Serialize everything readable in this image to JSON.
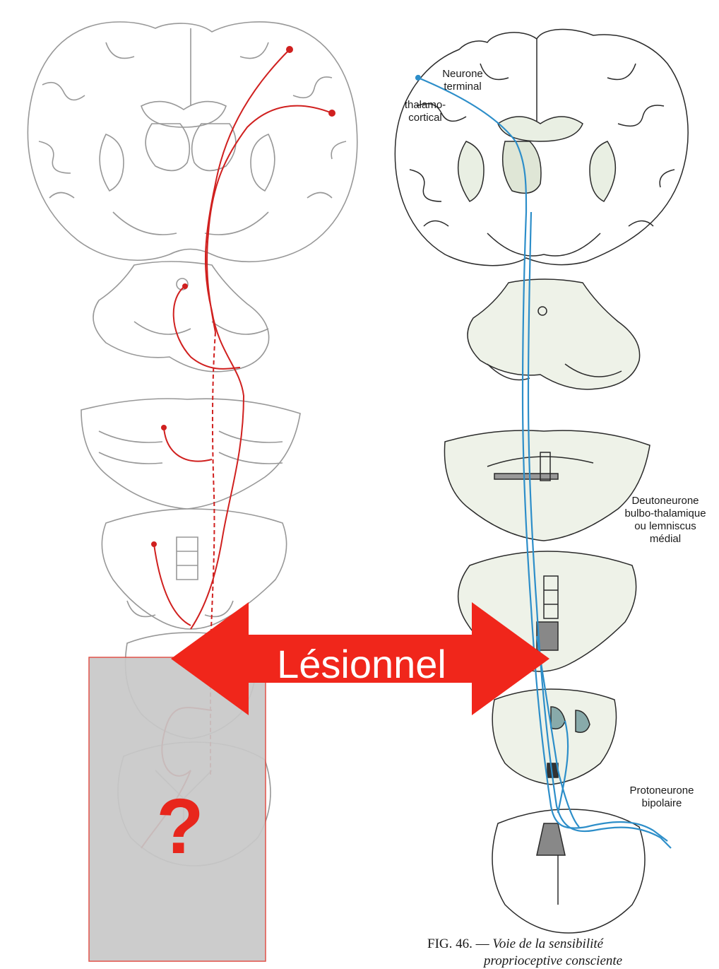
{
  "figure": {
    "caption_prefix": "FIG. 46. —",
    "caption_title": "Voie de la sensibilité",
    "caption_second_line": "proprioceptive consciente"
  },
  "labels": {
    "terminal_neuron": [
      "Neurone",
      "terminal"
    ],
    "thalamocortical": [
      "thalamo-",
      "cortical"
    ],
    "deutoneuron": [
      "Deutoneurone",
      "bulbo-thalamique",
      "ou lemniscus",
      "médial"
    ],
    "protoneuron": [
      "Protoneurone",
      "bipolaire"
    ]
  },
  "overlay": {
    "arrow_label": "Lésionnel",
    "question_mark": "?",
    "colors": {
      "arrow": "#f0261b",
      "arrow_text": "#ffffff",
      "placeholder_box": "#c8c8c8",
      "placeholder_border": "#e0443a",
      "question_mark": "#e8261c"
    }
  },
  "pathways": {
    "left_color": "#d0201f",
    "right_color": "#2d8ec9",
    "section_fill": "#eef2e8",
    "outline_color": "#2a2a2a"
  }
}
